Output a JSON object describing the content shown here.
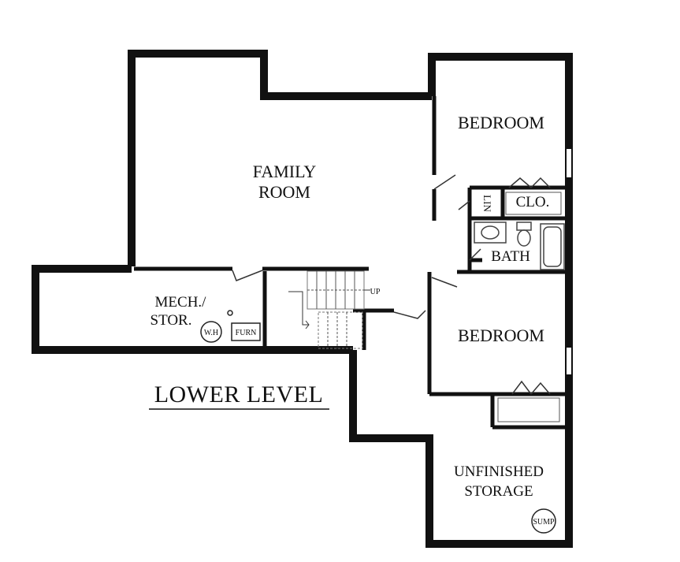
{
  "title": "LOWER LEVEL",
  "rooms": {
    "family_room": [
      "FAMILY",
      "ROOM"
    ],
    "bedroom_top": "BEDROOM",
    "bedroom_bottom": "BEDROOM",
    "closet": "CLO.",
    "linen": "LIN",
    "bath": "BATH",
    "mech_stor": [
      "MECH./",
      "STOR."
    ],
    "unfinished_storage": [
      "UNFINISHED",
      "STORAGE"
    ]
  },
  "fixtures": {
    "water_heater": "W.H",
    "furnace": "FURN",
    "sump": "SUMP"
  },
  "stairs": {
    "up_label": "UP"
  }
}
